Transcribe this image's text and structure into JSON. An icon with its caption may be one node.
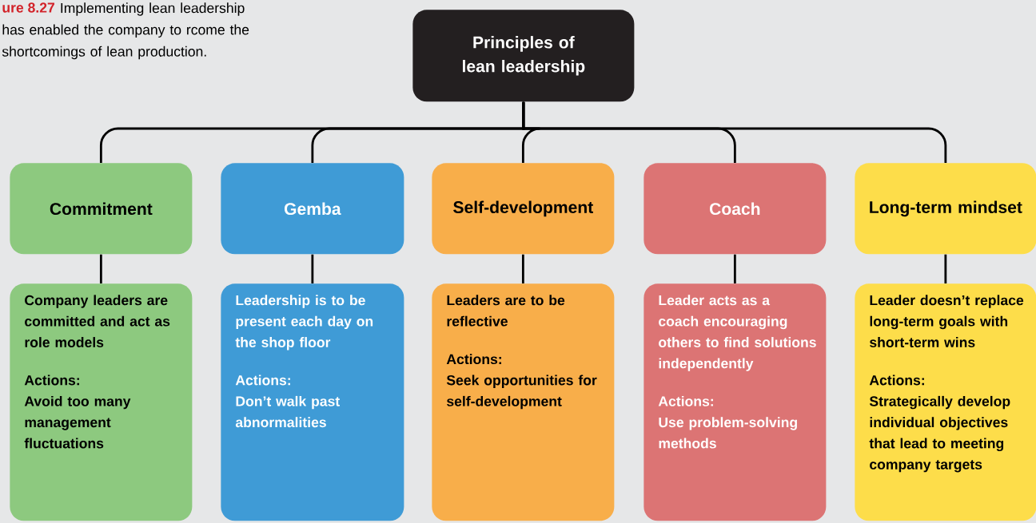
{
  "diagram": {
    "caption": "Implementing lean leadership has enabled the company to rcome the shortcomings of lean production.",
    "nodes": [
      {
        "text": [
          "Principles of lean leadership"
        ]
      },
      {
        "text": [
          "Commitment"
        ]
      },
      {
        "text": [
          "Gemba"
        ]
      },
      {
        "text": [
          "Self-development"
        ]
      },
      {
        "text": [
          "Coach"
        ]
      },
      {
        "text": [
          "Long-term mindset"
        ]
      },
      {
        "text": [
          "Company leaders are committed and act as role models",
          "Actions:",
          "Avoid too many management fluctuations"
        ]
      },
      {
        "text": [
          "Leadership is to be present each day on the shop floor",
          "Actions:",
          "Don’t walk past abnormalities"
        ]
      },
      {
        "text": [
          "Leaders are to be reflective",
          "Actions:",
          "Seek opportunities for self-development"
        ]
      },
      {
        "text": [
          "Leader acts as a coach encouraging others to find solutions independently",
          "Actions:",
          "Use problem-solving methods"
        ]
      },
      {
        "text": [
          "Leader doesn’t replace long-term goals with short-term wins",
          "Actions:",
          "Strategically develop individual objectives that lead to meeting company targets"
        ]
      }
    ],
    "edges": [
      {
        "from": 0,
        "to": 1,
        "arrow": "none"
      },
      {
        "from": 0,
        "to": 2,
        "arrow": "none"
      },
      {
        "from": 0,
        "to": 3,
        "arrow": "none"
      },
      {
        "from": 0,
        "to": 4,
        "arrow": "none"
      },
      {
        "from": 0,
        "to": 5,
        "arrow": "none"
      },
      {
        "from": 1,
        "to": 6,
        "arrow": "none"
      },
      {
        "from": 2,
        "to": 7,
        "arrow": "none"
      },
      {
        "from": 3,
        "to": 8,
        "arrow": "none"
      },
      {
        "from": 4,
        "to": 9,
        "arrow": "none"
      },
      {
        "from": 5,
        "to": 10,
        "arrow": "none"
      }
    ],
    "labels": [
      "ure 8.27"
    ]
  }
}
